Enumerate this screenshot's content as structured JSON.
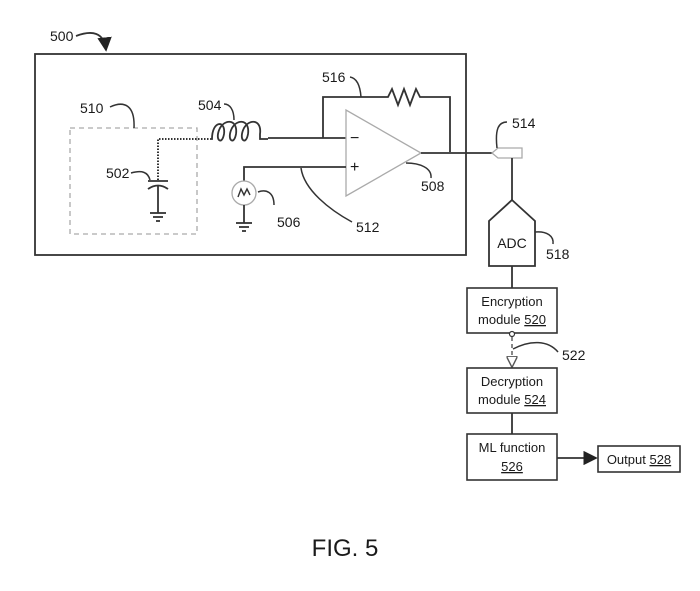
{
  "figure": {
    "caption": "FIG. 5",
    "system_label": "500"
  },
  "circuit": {
    "labels": {
      "capacitor": "502",
      "inductor": "504",
      "signal_source": "506",
      "op_amp": "508",
      "sensor_region": "510",
      "reference_line": "512",
      "connector": "514",
      "feedback_resistor": "516",
      "adc": "518",
      "channel": "522"
    },
    "op_amp_minus": "−",
    "op_amp_plus": "+",
    "adc_text": "ADC"
  },
  "blocks": {
    "encryption": {
      "line1": "Encryption",
      "line2": "module",
      "ref": "520"
    },
    "decryption": {
      "line1": "Decryption",
      "line2": "module",
      "ref": "524"
    },
    "ml": {
      "line1": "ML function",
      "ref": "526"
    },
    "output": {
      "line1": "Output",
      "ref": "528"
    }
  }
}
